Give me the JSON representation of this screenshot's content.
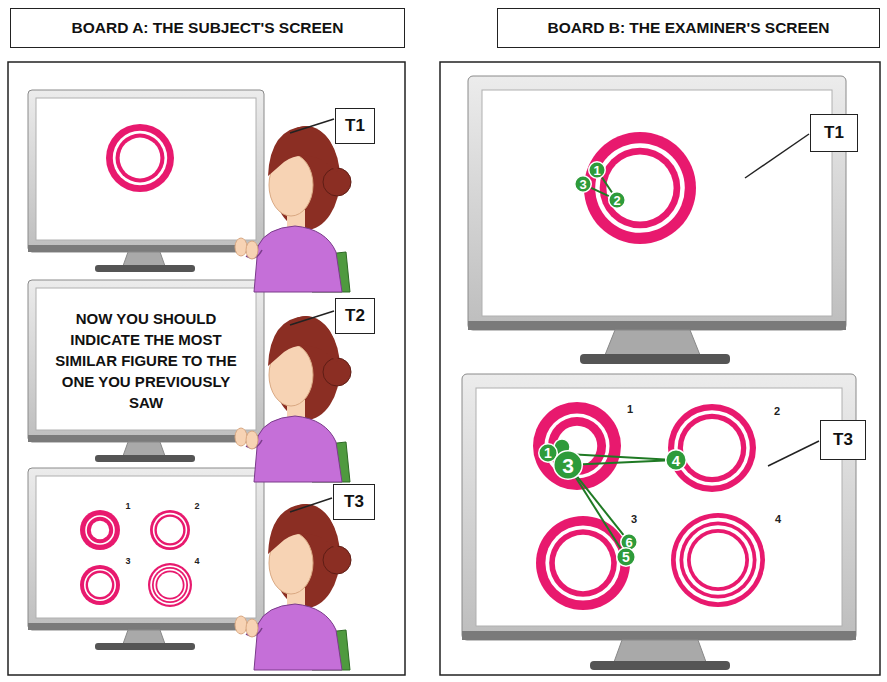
{
  "diagram": {
    "nodes": [
      {
        "text": [
          "BOARD A: THE SUBJECT'S SCREEN"
        ]
      },
      {
        "text": [
          "BOARD B: THE EXAMINER'S SCREEN"
        ]
      },
      {
        "text": [
          "T1"
        ]
      },
      {
        "text": [
          "NOW YOU SHOULD INDICATE THE MOST SIMILAR FIGURE TO THE ONE YOU PREVIOUSLY SAW"
        ]
      },
      {
        "text": [
          "T2"
        ]
      },
      {
        "text": [
          "T3"
        ]
      },
      {
        "text": [
          "T1"
        ]
      },
      {
        "text": [
          "1"
        ]
      },
      {
        "text": [
          "3"
        ]
      },
      {
        "text": [
          "2"
        ]
      },
      {
        "text": [
          "T3"
        ]
      },
      {
        "text": [
          "1"
        ]
      },
      {
        "text": [
          "3"
        ]
      },
      {
        "text": [
          "4"
        ]
      },
      {
        "text": [
          "6"
        ]
      },
      {
        "text": [
          "5"
        ]
      }
    ],
    "edges": [
      {
        "from": 7,
        "to": 9,
        "arrow": "none"
      },
      {
        "from": 9,
        "to": 8,
        "arrow": "none"
      },
      {
        "from": 11,
        "to": 13,
        "arrow": "none"
      },
      {
        "from": 12,
        "to": 13,
        "arrow": "none"
      },
      {
        "from": 12,
        "to": 14,
        "arrow": "none"
      },
      {
        "from": 12,
        "to": 15,
        "arrow": "none"
      }
    ],
    "labels": [
      "1",
      "2",
      "3",
      "4",
      "1",
      "2",
      "3",
      "4"
    ]
  }
}
